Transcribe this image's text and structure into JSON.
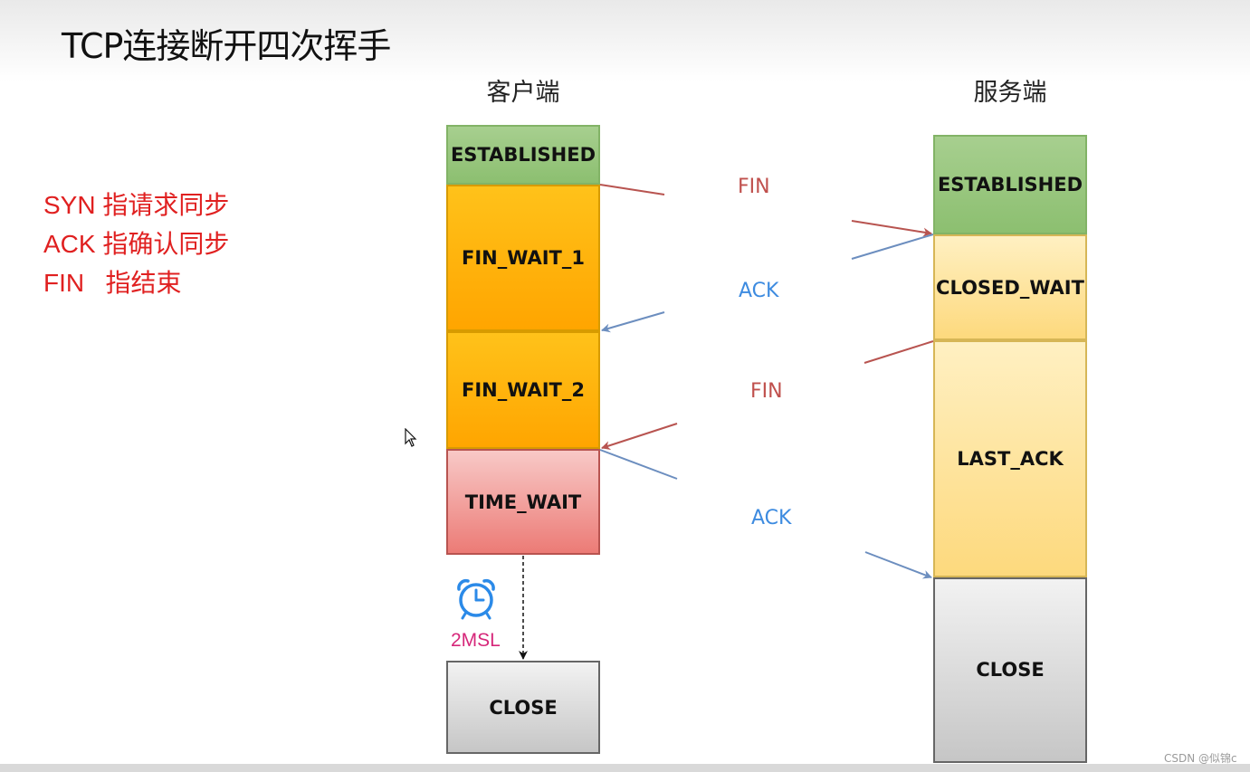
{
  "title": "TCP连接断开四次挥手",
  "legend": [
    "SYN 指请求同步",
    "ACK 指确认同步",
    "FIN   指结束"
  ],
  "client": {
    "label": "客户端",
    "states": [
      "ESTABLISHED",
      "FIN_WAIT_1",
      "FIN_WAIT_2",
      "TIME_WAIT",
      "CLOSE"
    ]
  },
  "server": {
    "label": "服务端",
    "states": [
      "ESTABLISHED",
      "CLOSED_WAIT",
      "LAST_ACK",
      "CLOSE"
    ]
  },
  "messages": [
    "FIN",
    "ACK",
    "FIN",
    "ACK"
  ],
  "timer": {
    "label": "2MSL",
    "icon": "alarm-clock-icon"
  },
  "watermark": "CSDN @似锦c",
  "colors": {
    "fin": "#c0504d",
    "ack": "#3d8be0",
    "arrow_red": "#b85450",
    "arrow_blue": "#6c8ebf"
  }
}
